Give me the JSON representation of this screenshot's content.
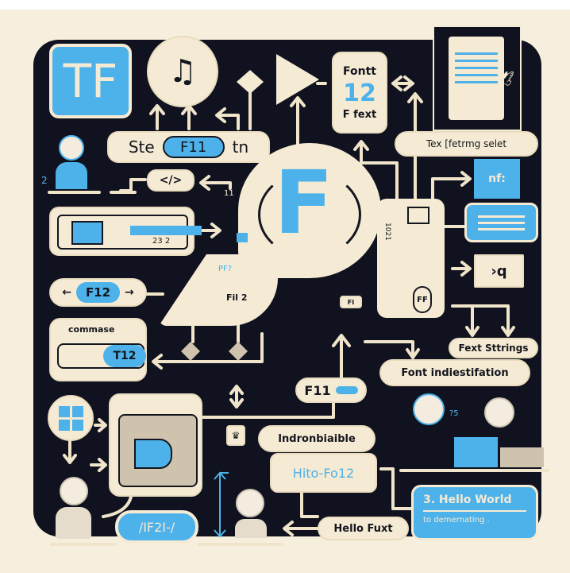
{
  "colors": {
    "background": "#f7efdd",
    "panel": "#10131f",
    "accent": "#4db2ea",
    "cream": "#f5ead3"
  },
  "logo": {
    "text": "TF"
  },
  "icons": [
    "music-note-icon",
    "diamond-arrows-icon",
    "play-icon",
    "document-icon",
    "bird-icon",
    "windows-icon",
    "crown-icon",
    "monitor-icon"
  ],
  "font_card": {
    "title": "Fontt",
    "number": "12",
    "subtitle": "F fext"
  },
  "format_pill": "Tex [fetrmg selet",
  "step_pill": {
    "left": "Ste",
    "key": "F11",
    "right": "tn"
  },
  "code_tag": "</>",
  "labels": {
    "two": "2",
    "eleven": "11",
    "pf": "PF?",
    "fil2": "Fil 2",
    "monitor_num": "23 2",
    "f1": "FI",
    "ff": "FF",
    "vertical_digits": "1021",
    "side_q": "›q",
    "nf": "nf:",
    "question": "?5"
  },
  "big_letter": "F",
  "f12_pill": "F12",
  "command_card": {
    "title": "commase",
    "key": "T12"
  },
  "fext_strings": "Fext Sttrings",
  "font_identification": "Font indiestifation",
  "f11_pill": "F11",
  "indronbiaible": "Indronbiaible",
  "hito": "Hito-Fo12",
  "hello_world": {
    "title": "3. Hello World",
    "subtitle": "to demernating ."
  },
  "hello_fuxt": "Hello Fuxt",
  "bottom_key": "/IF2I-/"
}
